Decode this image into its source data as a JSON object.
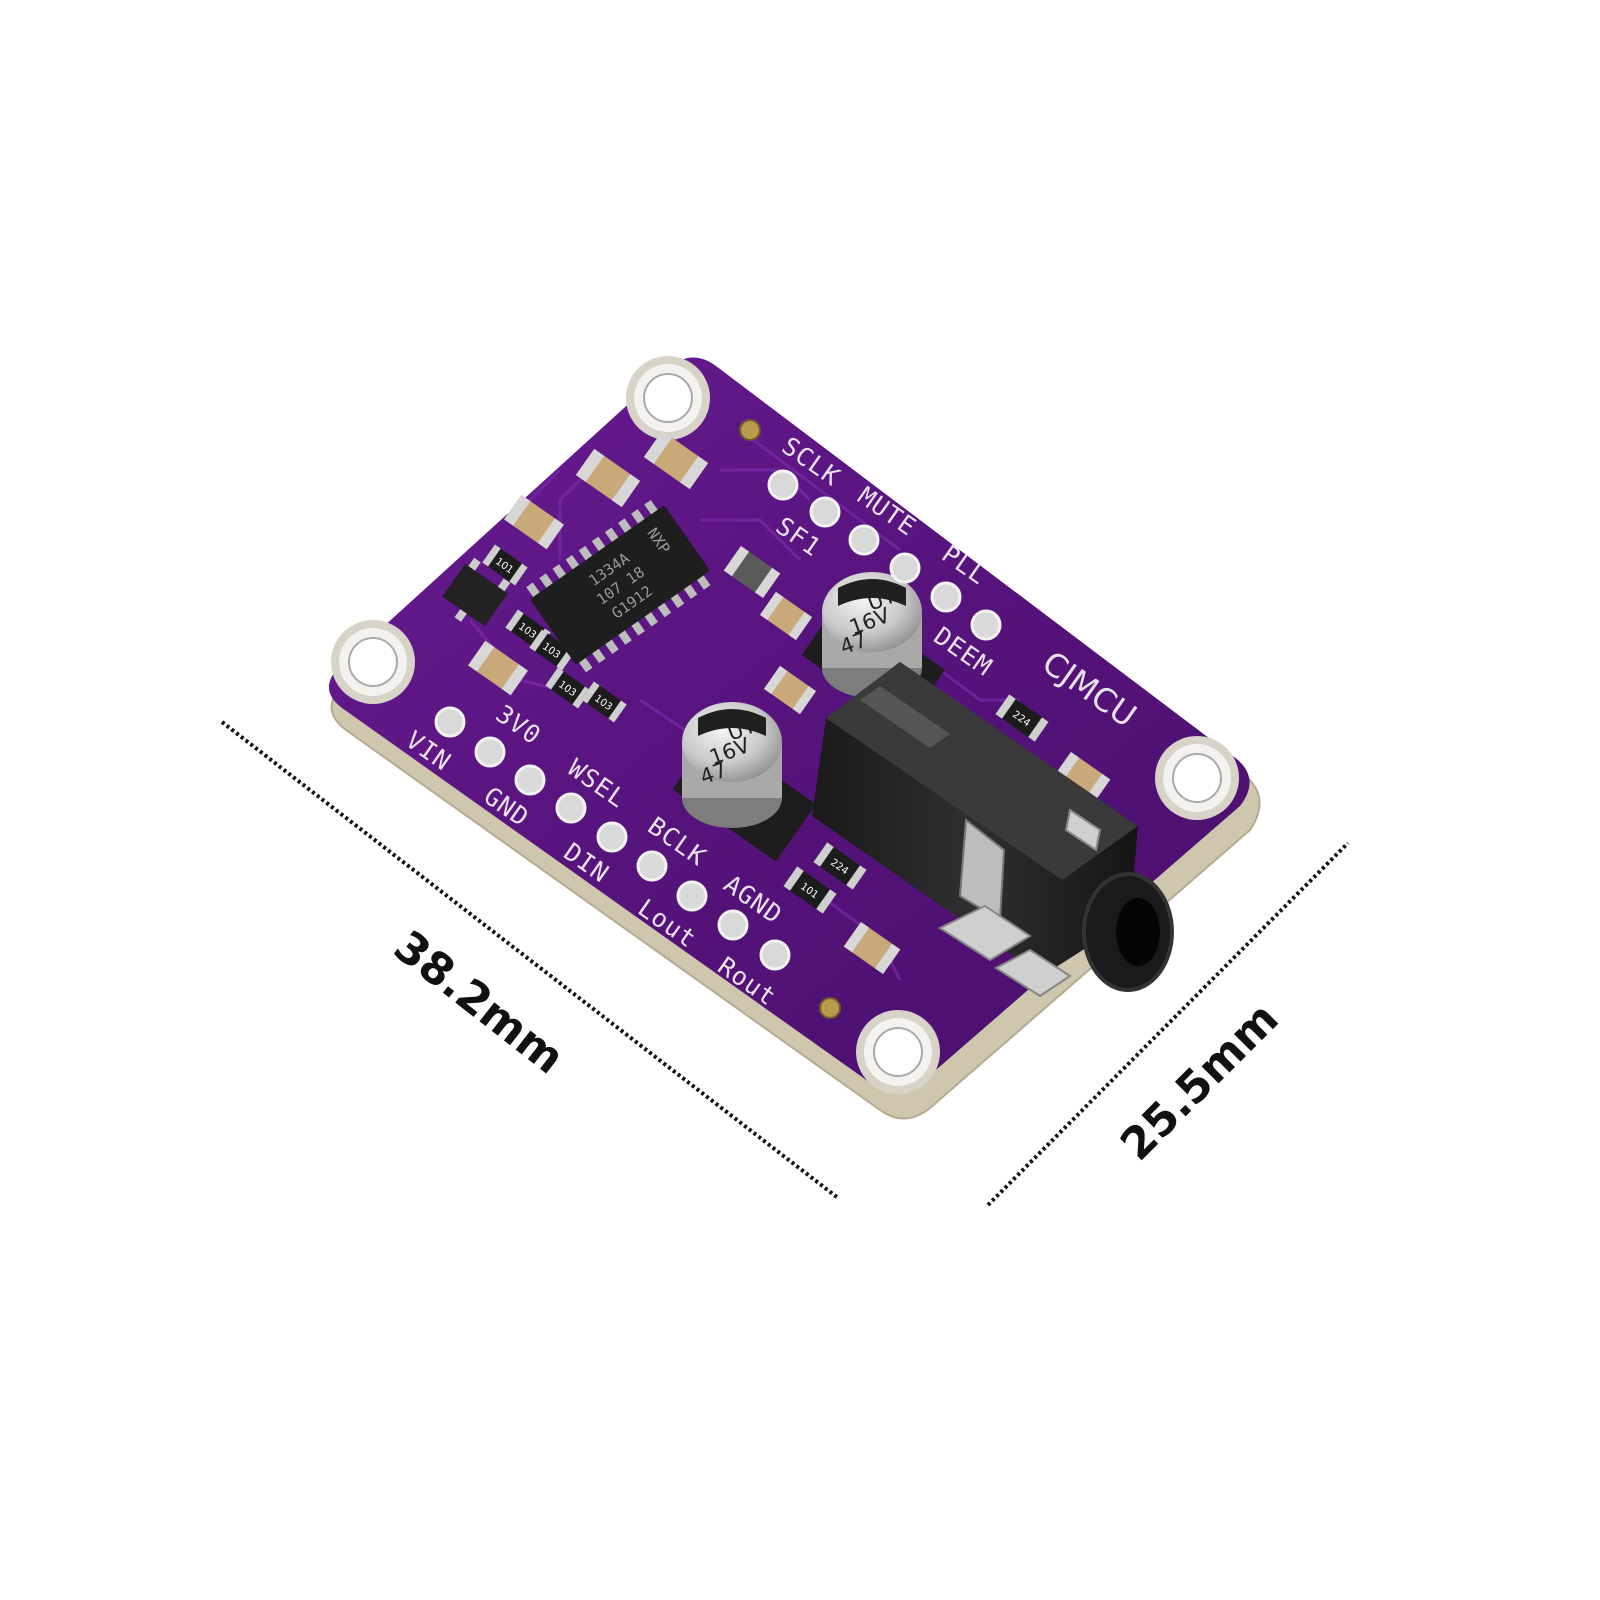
{
  "board": {
    "brand": "CJMCU",
    "chip_lines": [
      "NXP",
      "1334A",
      "107 18",
      "G1912"
    ],
    "capacitors": [
      {
        "lines": [
          "UT",
          "16V",
          "47"
        ]
      },
      {
        "lines": [
          "UT",
          "16V",
          "47"
        ]
      }
    ],
    "resistors": [
      "101",
      "103",
      "103",
      "103",
      "103",
      "224",
      "224",
      "101"
    ],
    "pins_top": [
      "SCLK",
      "SF1",
      "MUTE",
      "PLL",
      "DEEM"
    ],
    "pins_bottom": [
      "VIN",
      "3V0",
      "GND",
      "WSEL",
      "DIN",
      "BCLK",
      "Lout",
      "AGND",
      "Rout"
    ]
  },
  "dimensions": {
    "length": "38.2mm",
    "width": "25.5mm"
  },
  "colors": {
    "pcb": "#5a1580",
    "pcb_edge": "#c9c0a8",
    "silkscreen": "#e9e2ee",
    "dimension_line": "#111111"
  }
}
